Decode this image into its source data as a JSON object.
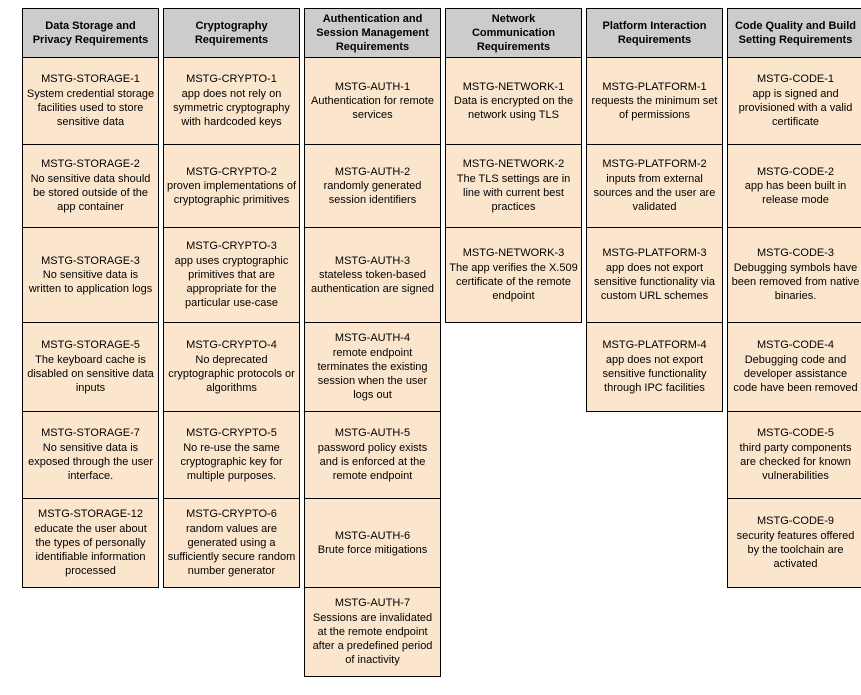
{
  "colors": {
    "header_bg": "#cccccc",
    "cell_bg": "#fce5cd",
    "border": "#000000",
    "canvas_bg": "#ffffff",
    "text": "#000000"
  },
  "table": {
    "columns": [
      {
        "header": "Data Storage and Privacy Requirements",
        "cells": [
          {
            "code": "MSTG-STORAGE-1",
            "desc": "System credential storage facilities used to store sensitive data"
          },
          {
            "code": "MSTG-STORAGE-2",
            "desc": "No sensitive data should be stored outside of the app container"
          },
          {
            "code": "MSTG-STORAGE-3",
            "desc": "No sensitive data is written to application logs"
          },
          {
            "code": "MSTG-STORAGE-5",
            "desc": "The keyboard cache is disabled on sensitive data inputs"
          },
          {
            "code": "MSTG-STORAGE-7",
            "desc": "No sensitive data is exposed through the user interface."
          },
          {
            "code": "MSTG-STORAGE-12",
            "desc": "educate the user about the types of personally identifiable information processed"
          }
        ]
      },
      {
        "header": "Cryptography Requirements",
        "cells": [
          {
            "code": "MSTG-CRYPTO-1",
            "desc": "app does not rely on symmetric cryptography with hardcoded keys"
          },
          {
            "code": "MSTG-CRYPTO-2",
            "desc": "proven implementations of cryptographic primitives"
          },
          {
            "code": "MSTG-CRYPTO-3",
            "desc": "app uses cryptographic primitives that are appropriate for the particular use-case"
          },
          {
            "code": "MSTG-CRYPTO-4",
            "desc": "No deprecated cryptographic protocols or algorithms"
          },
          {
            "code": "MSTG-CRYPTO-5",
            "desc": "No re-use the same cryptographic key for multiple purposes."
          },
          {
            "code": "MSTG-CRYPTO-6",
            "desc": "random values are generated using a sufficiently secure random number generator"
          }
        ]
      },
      {
        "header": "Authentication and Session Management Requirements",
        "cells": [
          {
            "code": "MSTG-AUTH-1",
            "desc": "Authentication for remote services"
          },
          {
            "code": "MSTG-AUTH-2",
            "desc": "randomly generated session identifiers"
          },
          {
            "code": "MSTG-AUTH-3",
            "desc": "stateless token-based authentication are signed"
          },
          {
            "code": "MSTG-AUTH-4",
            "desc": "remote endpoint terminates the existing session when the user logs out"
          },
          {
            "code": "MSTG-AUTH-5",
            "desc": "password policy exists and is enforced at the remote endpoint"
          },
          {
            "code": "MSTG-AUTH-6",
            "desc": "Brute force mitigations"
          },
          {
            "code": "MSTG-AUTH-7",
            "desc": "Sessions are invalidated at the remote endpoint after a predefined period of inactivity"
          }
        ]
      },
      {
        "header": "Network Communication Requirements",
        "cells": [
          {
            "code": "MSTG-NETWORK-1",
            "desc": "Data is encrypted on the network using TLS"
          },
          {
            "code": "MSTG-NETWORK-2",
            "desc": "The TLS settings are in line with current best practices"
          },
          {
            "code": "MSTG-NETWORK-3",
            "desc": "The app verifies the X.509 certificate of the remote endpoint"
          }
        ]
      },
      {
        "header": "Platform Interaction Requirements",
        "cells": [
          {
            "code": "MSTG-PLATFORM-1",
            "desc": "requests the minimum set of permissions"
          },
          {
            "code": "MSTG-PLATFORM-2",
            "desc": "inputs from external sources and the user are validated"
          },
          {
            "code": "MSTG-PLATFORM-3",
            "desc": "app does not export sensitive functionality via custom URL schemes"
          },
          {
            "code": "MSTG-PLATFORM-4",
            "desc": "app does not export sensitive functionality through IPC facilities"
          }
        ]
      },
      {
        "header": "Code Quality and Build Setting Requirements",
        "cells": [
          {
            "code": "MSTG-CODE-1",
            "desc": "app is signed and provisioned with a valid certificate"
          },
          {
            "code": "MSTG-CODE-2",
            "desc": "app has been built in release mode"
          },
          {
            "code": "MSTG-CODE-3",
            "desc": "Debugging symbols have been removed from native binaries."
          },
          {
            "code": "MSTG-CODE-4",
            "desc": "Debugging code and developer assistance code have been removed"
          },
          {
            "code": "MSTG-CODE-5",
            "desc": "third party components are checked for known vulnerabilities"
          },
          {
            "code": "MSTG-CODE-9",
            "desc": "security features offered by the toolchain are activated"
          }
        ]
      }
    ]
  }
}
